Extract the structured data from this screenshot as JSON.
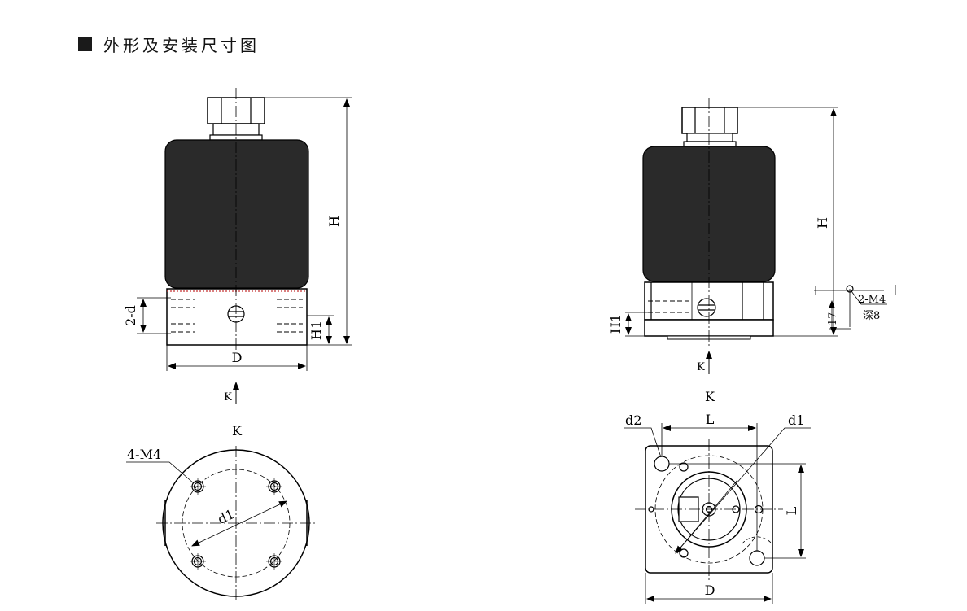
{
  "header": {
    "title": "外形及安装尺寸图"
  },
  "labels": {
    "H": "H",
    "H1": "H1",
    "D": "D",
    "K": "K",
    "d": "2-d",
    "dim_d1": "d1",
    "d2": "d2",
    "L": "L",
    "M4_4": "4-M4",
    "M4_2": "2-M4",
    "depth": "深8",
    "seventeen": "17"
  },
  "colors": {
    "line": "#000000",
    "body": "#2a2a2a",
    "hidden_red": "#c33333"
  }
}
